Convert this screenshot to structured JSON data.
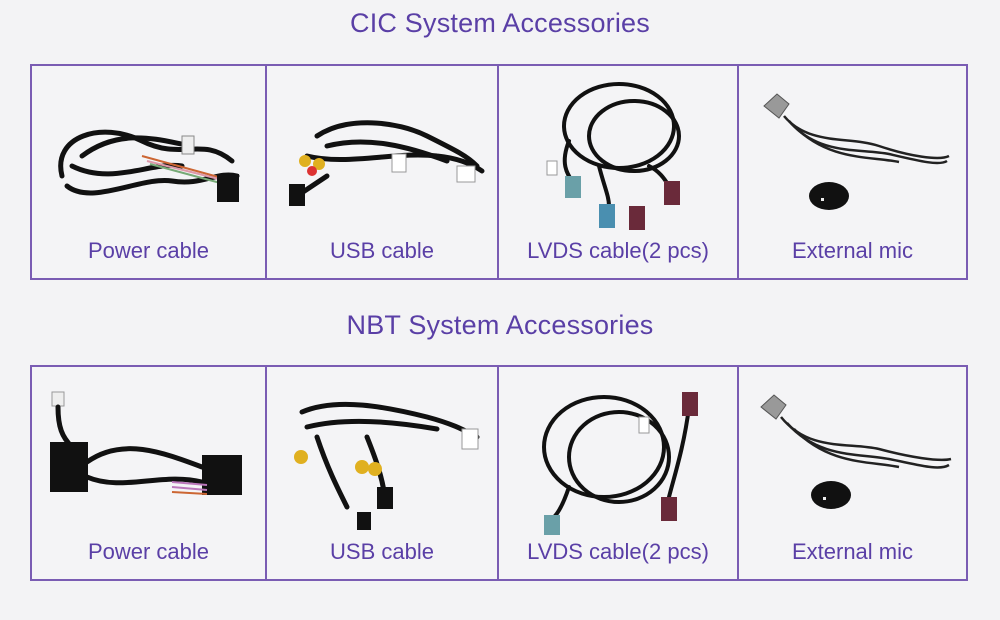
{
  "sections": [
    {
      "title": "CIC System Accessories",
      "items": [
        {
          "label": "Power cable",
          "icon": "power-cable-image"
        },
        {
          "label": "USB cable",
          "icon": "usb-cable-image"
        },
        {
          "label": "LVDS cable(2 pcs)",
          "icon": "lvds-cable-image"
        },
        {
          "label": "External mic",
          "icon": "external-mic-image"
        }
      ]
    },
    {
      "title": "NBT System Accessories",
      "items": [
        {
          "label": "Power cable",
          "icon": "power-cable-image"
        },
        {
          "label": "USB cable",
          "icon": "usb-cable-image"
        },
        {
          "label": "LVDS cable(2 pcs)",
          "icon": "lvds-cable-image"
        },
        {
          "label": "External mic",
          "icon": "external-mic-image"
        }
      ]
    }
  ],
  "colors": {
    "accent": "#5a3fa6",
    "border": "#7a5cb3",
    "background": "#f3f3f5"
  }
}
